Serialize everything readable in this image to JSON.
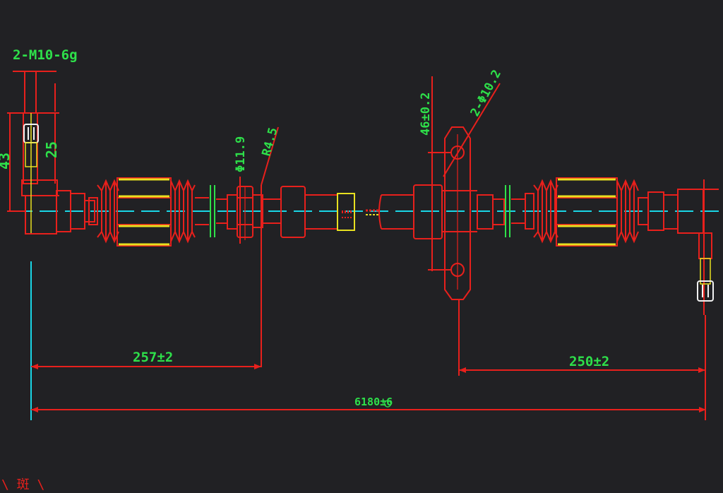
{
  "colors": {
    "background": "#212124",
    "outline": "#e8201c",
    "dimension_text": "#2ee04a",
    "centerline": "#19d6e6",
    "highlight": "#e8e020",
    "white": "#f2f2f2"
  },
  "dimensions": {
    "thread_callout": "2-M10-6g",
    "bracket_height": "43",
    "bracket_offset": "25",
    "diameter_cable": "Φ11.9",
    "radius_callout": "R4.5",
    "clamp_spacing": "46±0.2",
    "hole_callout": "2-Φ10.2",
    "left_length": "257±2",
    "right_length": "250±2",
    "overall_length": "6180±6",
    "overall_symbol": "○"
  },
  "corner_note": "\\ 斑 \\"
}
